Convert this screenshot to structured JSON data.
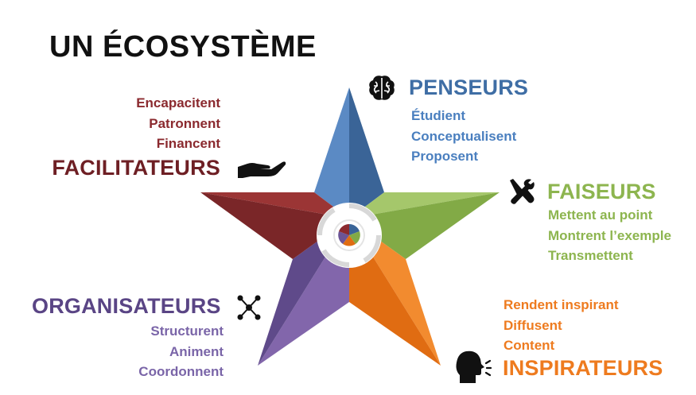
{
  "title": "UN ÉCOSYSTÈME",
  "colors": {
    "facilitateurs": "#8b2a2f",
    "penseurs": "#3f6ea5",
    "faiseurs": "#8db54f",
    "inspirateurs": "#ee7b1f",
    "organisateurs": "#6b5496"
  },
  "groups": {
    "facilitateurs": {
      "title": "FACILITATEURS",
      "icon": "helping-hand-icon",
      "items": [
        "Encapacitent",
        "Patronnent",
        "Financent"
      ]
    },
    "penseurs": {
      "title": "PENSEURS",
      "icon": "brain-icon",
      "items": [
        "Étudient",
        "Conceptualisent",
        "Proposent"
      ]
    },
    "faiseurs": {
      "title": "FAISEURS",
      "icon": "tools-icon",
      "items": [
        "Mettent au point",
        "Montrent l’exemple",
        "Transmettent"
      ]
    },
    "organisateurs": {
      "title": "ORGANISATEURS",
      "icon": "network-nodes-icon",
      "items": [
        "Structurent",
        "Animent",
        "Coordonnent"
      ]
    },
    "inspirateurs": {
      "title": "INSPIRATEURS",
      "icon": "speaking-head-icon",
      "items": [
        "Rendent inspirant",
        "Diffusent",
        "Content"
      ]
    }
  }
}
